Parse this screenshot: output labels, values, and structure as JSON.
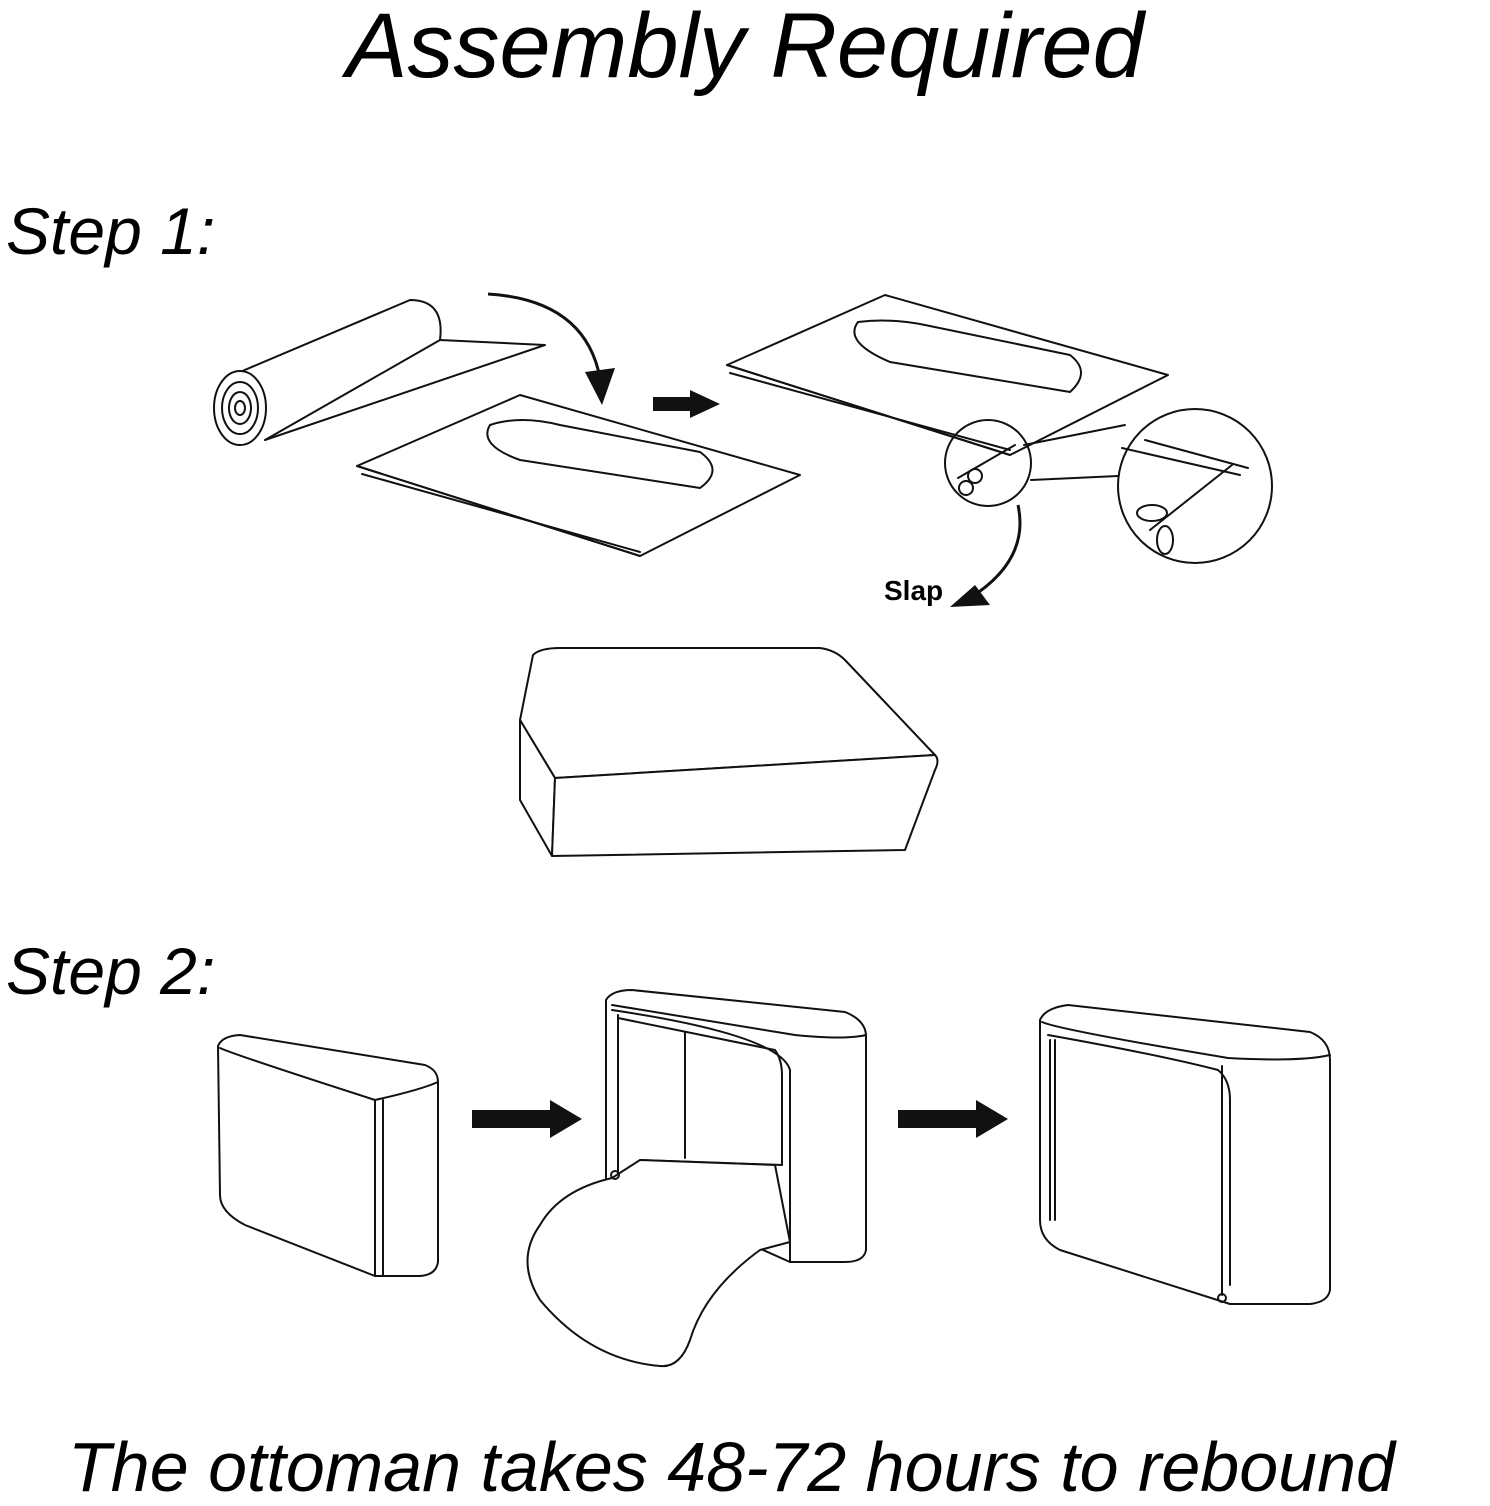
{
  "title": "Assembly Required",
  "step1": {
    "label": "Step 1:",
    "slap_label": "Slap"
  },
  "step2": {
    "label": "Step 2:"
  },
  "footer": "The ottoman takes 48-72 hours to rebound"
}
